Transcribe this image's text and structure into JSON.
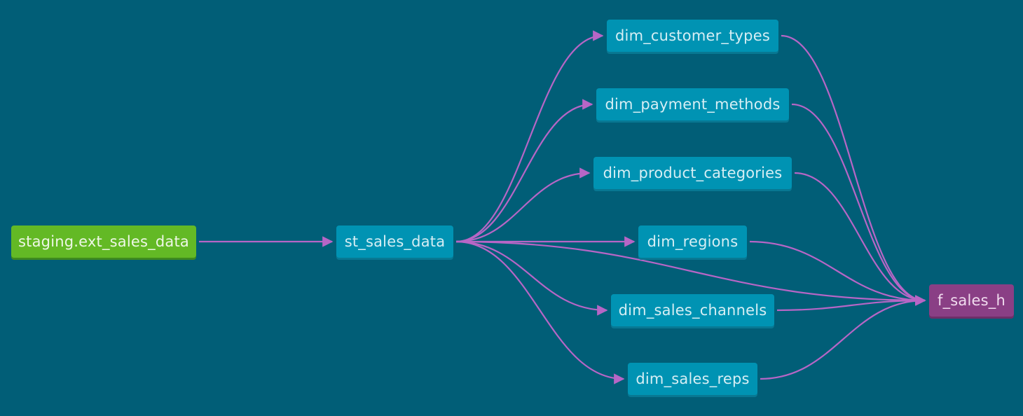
{
  "colors": {
    "background": "#015e77",
    "edge": "#b766c6",
    "source_node": "#63b925",
    "model_node": "#0093b3",
    "fact_node": "#8a3f85"
  },
  "nodes": {
    "staging_ext_sales_data": "staging.ext_sales_data",
    "st_sales_data": "st_sales_data",
    "dim_customer_types": "dim_customer_types",
    "dim_payment_methods": "dim_payment_methods",
    "dim_product_categories": "dim_product_categories",
    "dim_regions": "dim_regions",
    "dim_sales_channels": "dim_sales_channels",
    "dim_sales_reps": "dim_sales_reps",
    "f_sales_h": "f_sales_h"
  },
  "edges": [
    {
      "from": "staging_ext_sales_data",
      "to": "st_sales_data"
    },
    {
      "from": "st_sales_data",
      "to": "dim_customer_types"
    },
    {
      "from": "st_sales_data",
      "to": "dim_payment_methods"
    },
    {
      "from": "st_sales_data",
      "to": "dim_product_categories"
    },
    {
      "from": "st_sales_data",
      "to": "dim_regions"
    },
    {
      "from": "st_sales_data",
      "to": "dim_sales_channels"
    },
    {
      "from": "st_sales_data",
      "to": "dim_sales_reps"
    },
    {
      "from": "st_sales_data",
      "to": "f_sales_h"
    },
    {
      "from": "dim_customer_types",
      "to": "f_sales_h"
    },
    {
      "from": "dim_payment_methods",
      "to": "f_sales_h"
    },
    {
      "from": "dim_product_categories",
      "to": "f_sales_h"
    },
    {
      "from": "dim_regions",
      "to": "f_sales_h"
    },
    {
      "from": "dim_sales_channels",
      "to": "f_sales_h"
    },
    {
      "from": "dim_sales_reps",
      "to": "f_sales_h"
    }
  ]
}
